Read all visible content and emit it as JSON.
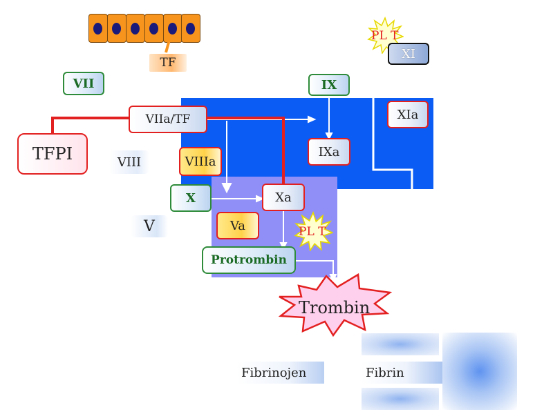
{
  "labels": {
    "tf": "TF",
    "plt_top": "PL T",
    "xi": "XI",
    "vii": "VII",
    "ix": "IX",
    "viia_tf": "VIIa/TF",
    "xia": "XIa",
    "tfpi": "TFPI",
    "viii": "VIII",
    "viiia": "VIIIa",
    "ixa": "IXa",
    "x": "X",
    "xa": "Xa",
    "v": "V",
    "va": "Va",
    "plt_mid": "PL T",
    "protrombin": "Protrombin",
    "trombin": "Trombin",
    "fibrinojen": "Fibrinojen",
    "fibrin": "Fibrin"
  },
  "colors": {
    "blue_region": "#0a5cf5",
    "lavender_region": "#8f8ff7",
    "red_line": "#e32020",
    "green_border": "#2e8b3a",
    "cell_orange": "#f7941d"
  }
}
